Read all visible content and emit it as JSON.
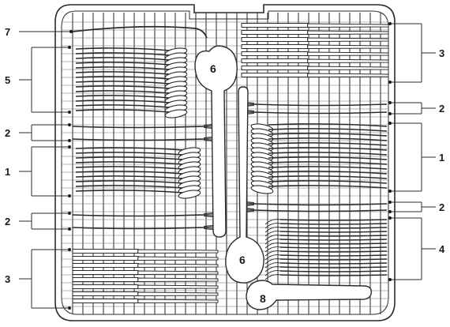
{
  "figure": {
    "callouts": [
      {
        "id": "left-7",
        "label": "7"
      },
      {
        "id": "left-5",
        "label": "5"
      },
      {
        "id": "left-2a",
        "label": "2"
      },
      {
        "id": "left-1",
        "label": "1"
      },
      {
        "id": "left-2b",
        "label": "2"
      },
      {
        "id": "left-3",
        "label": "3"
      },
      {
        "id": "right-3",
        "label": "3"
      },
      {
        "id": "right-2a",
        "label": "2"
      },
      {
        "id": "right-1",
        "label": "1"
      },
      {
        "id": "right-2b",
        "label": "2"
      },
      {
        "id": "right-4",
        "label": "4"
      }
    ],
    "bubbles": [
      {
        "id": "ladle-top",
        "label": "6"
      },
      {
        "id": "ladle-bottom",
        "label": "6"
      },
      {
        "id": "spatula",
        "label": "8"
      }
    ],
    "colors": {
      "outline": "#2b2b2b",
      "cutlery_fill": "#ffffff",
      "rack_line": "#3a3a3a",
      "background": "#ffffff"
    }
  }
}
